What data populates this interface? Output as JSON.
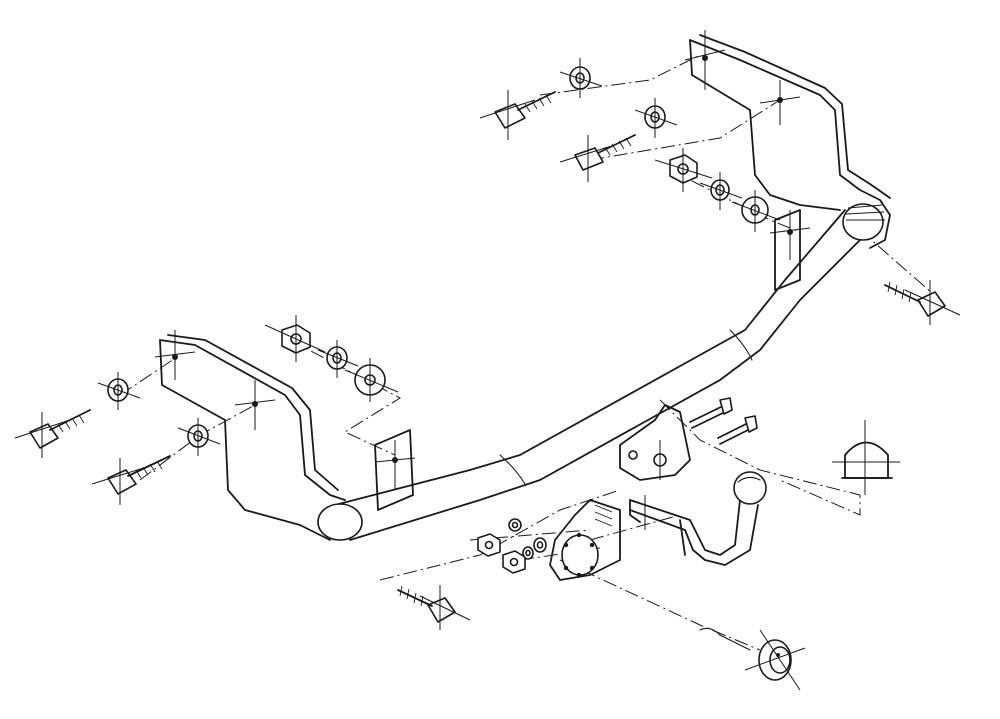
{
  "drawing": {
    "kind": "exploded tow bar assembly",
    "text_labels": [],
    "line_color": "#1a1a1a",
    "background": "#ffffff",
    "parts": [
      "main-crossbar",
      "right-side-bracket",
      "left-side-bracket",
      "tow-ball-neck",
      "tow-ball",
      "socket-plate",
      "electrical-socket",
      "ball-cover-cap",
      "mounting-bolts",
      "nuts",
      "washers"
    ]
  }
}
